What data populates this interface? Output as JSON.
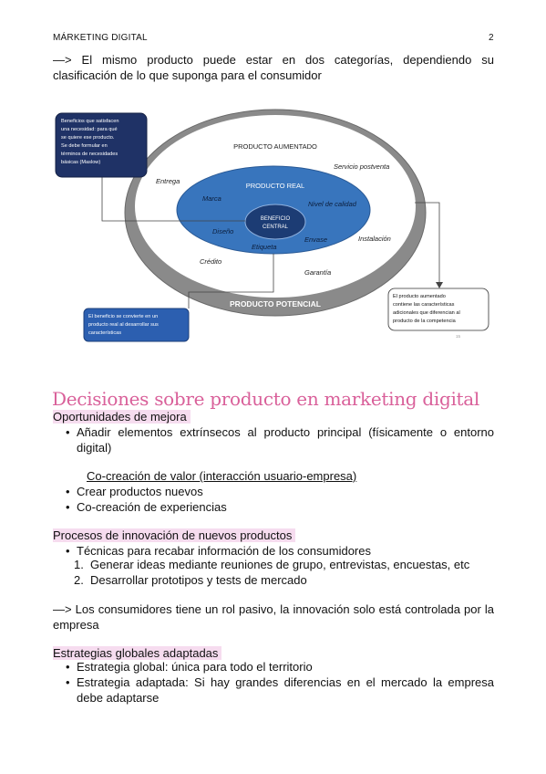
{
  "header": {
    "left": "MÁRKETING DIGITAL",
    "page": "2"
  },
  "intro": "—> El mismo producto puede estar en dos categorías, dependiendo su clasificación de lo que suponga para el consumidor",
  "diagram": {
    "aumentado": "PRODUCTO AUMENTADO",
    "real": "PRODUCTO REAL",
    "potencial": "PRODUCTO POTENCIAL",
    "beneficio_1": "BENEFICIO",
    "beneficio_2": "CENTRAL",
    "outer_items": [
      "Entrega",
      "Servicio postventa",
      "Instalación",
      "Crédito",
      "Garantía"
    ],
    "inner_items": [
      "Marca",
      "Nivel de calidad",
      "Diseño",
      "Envase",
      "Etiqueta"
    ],
    "box_top_left": [
      "Beneficios que satisfacen",
      "una necesidad: para qué",
      "se quiere ese producto.",
      "Se debe formular en",
      "términos de necesidades",
      "básicas (Maslow)"
    ],
    "box_bottom_left": [
      "El beneficio se convierte en un",
      "producto real al desarrollar sus",
      "características"
    ],
    "box_right": [
      "El producto aumentado",
      "contiene las características",
      "adicionales que diferencian al",
      "producto de la competencia"
    ],
    "slide_num": "15"
  },
  "section_title": "Decisiones sobre producto en marketing digital",
  "oportunidades": {
    "title": "Oportunidades de mejora",
    "items": [
      "Añadir elementos extrínsecos al producto principal (físicamente o entorno digital)"
    ],
    "cocreacion_title": "Co-creación de valor (interacción usuario-empresa)",
    "cocreacion_items": [
      "Crear productos nuevos",
      "Co-creación de experiencias"
    ]
  },
  "procesos": {
    "title": "Procesos de innovación de nuevos productos",
    "bullet": "Técnicas para recabar información de los consumidores",
    "steps": [
      "Generar ideas mediante reuniones de grupo, entrevistas, encuestas, etc",
      "Desarrollar prototipos y tests de mercado"
    ],
    "note": "—> Los consumidores tiene un rol pasivo, la innovación solo está controlada por la empresa"
  },
  "estrategias": {
    "title": "Estrategias globales adaptadas",
    "items": [
      "Estrategia global: única para todo el territorio",
      "Estrategia adaptada: Si hay grandes diferencias en el mercado la empresa debe adaptarse"
    ]
  }
}
